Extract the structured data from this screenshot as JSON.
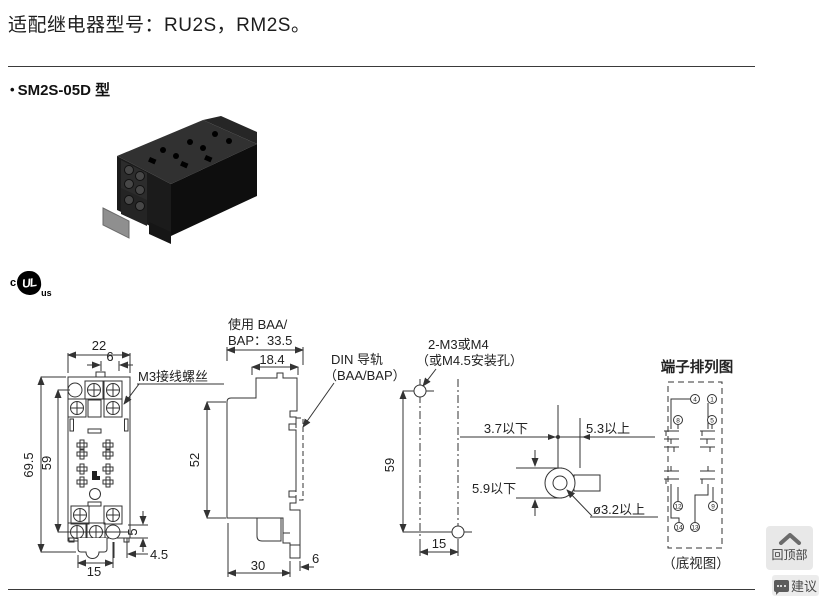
{
  "page": {
    "header_text": "适配继电器型号：RU2S，RM2S。",
    "section": {
      "bullet": "•",
      "title": "SM2S-05D 型"
    }
  },
  "certification": {
    "left": "c",
    "logo": "UL",
    "right": "us"
  },
  "drawings": {
    "front_view": {
      "dim_width": "22",
      "dim_tab": "6",
      "screw_label": "M3接线螺丝",
      "dim_height_outer": "69.5",
      "dim_height_inner": "59",
      "dim_hole_offset": "5",
      "dim_hole_edge": "4.5",
      "dim_hole_pitch": "15"
    },
    "side_view": {
      "rail_note_line1": "使用 BAA/",
      "rail_note_line2": "BAP：33.5",
      "dim_depth": "18.4",
      "din_label_line1": "DIN 导轨",
      "din_label_line2": "（BAA/BAP）",
      "dim_height": "52",
      "dim_bottom": "30",
      "dim_claw": "6"
    },
    "mounting_holes": {
      "label_line1": "2-M3或M4",
      "label_line2": "（或M4.5安装孔）",
      "dim_vertical": "59",
      "dim_horizontal": "15"
    },
    "crimp_terminal": {
      "dim_top_left": "3.7以下",
      "dim_top_right": "5.3以上",
      "dim_left": "5.9以下",
      "dim_hole": "ø3.2以上"
    },
    "terminal_diagram": {
      "title": "端子排列图",
      "caption": "（底视图）",
      "terminals": [
        "4",
        "1",
        "8",
        "5",
        "12",
        "9",
        "14",
        "13"
      ]
    }
  },
  "floating_buttons": {
    "back_to_top": "回顶部",
    "feedback": "建议"
  },
  "colors": {
    "line": "#333333",
    "accent_black": "#111111",
    "button_bg": "#e8e8e8",
    "button_icon": "#6b6b6b"
  }
}
